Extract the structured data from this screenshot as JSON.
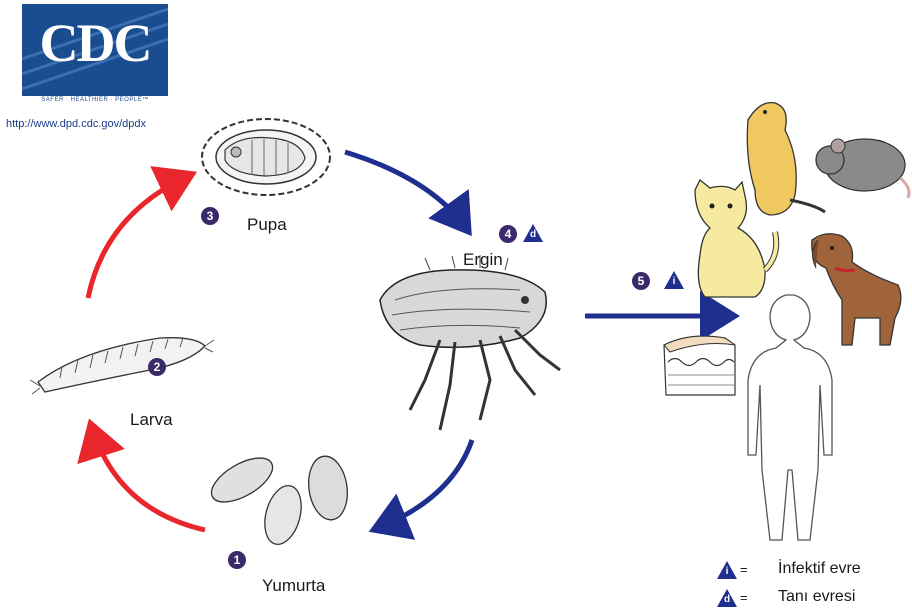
{
  "logo": {
    "text": "CDC",
    "tagline": "SAFER · HEALTHIER · PEOPLE™",
    "url": "http://www.dpd.cdc.gov/dpdx"
  },
  "stages": [
    {
      "number": "1",
      "label": "Yumurta"
    },
    {
      "number": "2",
      "label": "Larva"
    },
    {
      "number": "3",
      "label": "Pupa"
    },
    {
      "number": "4",
      "label": "Ergin",
      "badge": "d"
    },
    {
      "number": "5",
      "badge": "i"
    }
  ],
  "legend": [
    {
      "symbol": "i",
      "equals": "=",
      "text": "İnfektif evre"
    },
    {
      "symbol": "d",
      "equals": "=",
      "text": "Tanı evresi"
    }
  ],
  "colors": {
    "blue_arrow": "#1f2f8f",
    "red_arrow": "#e8262b",
    "badge": "#3a2a6a",
    "triangle": "#1f2f8f"
  }
}
